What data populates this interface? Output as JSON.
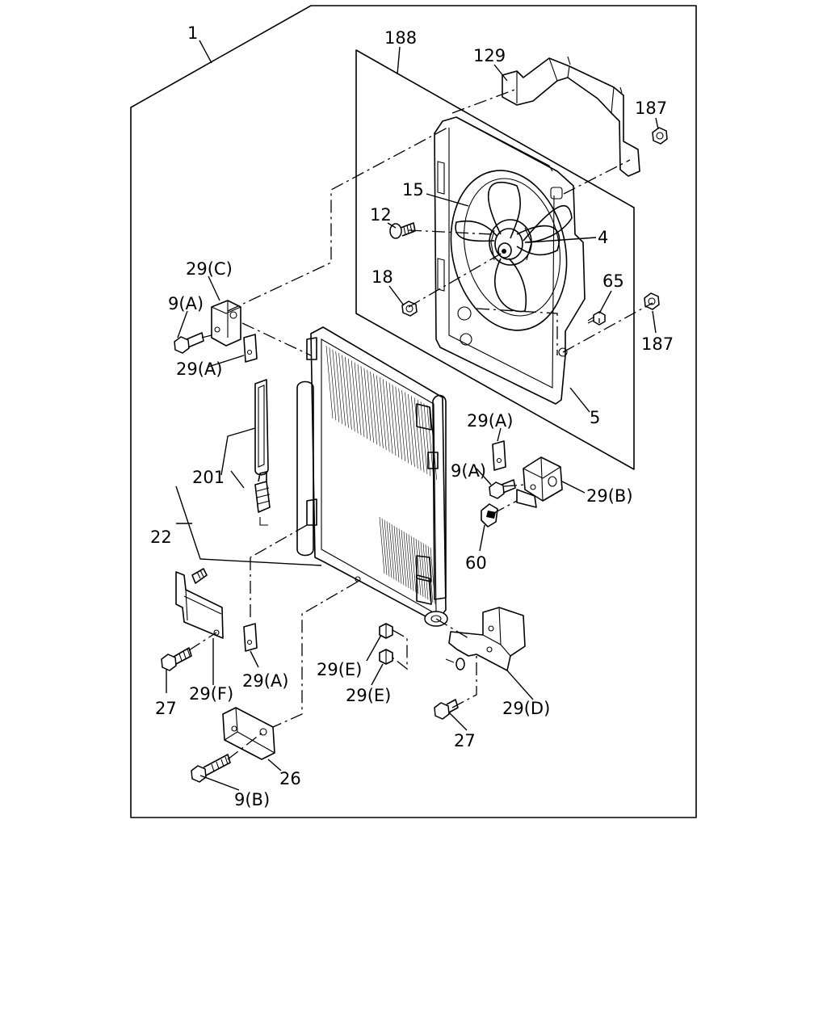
{
  "labels": {
    "assembly": "1",
    "shroud_kit": "188",
    "upper_bracket": "129",
    "nut_top": "187",
    "nut_right": "187",
    "fan": "15",
    "bolt_12": "12",
    "motor": "4",
    "nut_18": "18",
    "screw_65": "65",
    "shroud": "5",
    "bracket_c": "29(C)",
    "bolt_9a_left": "9(A)",
    "clip_29a_top": "29(A)",
    "clip_29a_right": "29(A)",
    "bolt_9a_right": "9(A)",
    "bracket_b": "29(B)",
    "receiver_201": "201",
    "condenser": "22",
    "sensor_60": "60",
    "nut_29e_1": "29(E)",
    "nut_29e_2": "29(E)",
    "bracket_d": "29(D)",
    "bolt_27_left": "27",
    "bracket_f": "29(F)",
    "clip_29a_bottom": "29(A)",
    "bolt_27_right": "27",
    "bracket_26": "26",
    "bolt_9b": "9(B)"
  }
}
